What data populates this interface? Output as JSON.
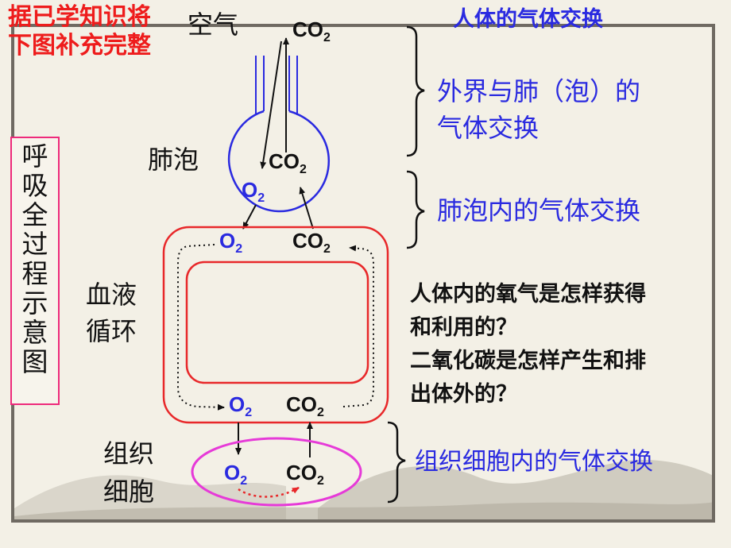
{
  "corner_title": "据已学知识将下图补充完整",
  "top_title": "人体的气体交换",
  "side_label": "呼吸全过程示意图",
  "labels": {
    "air": "空气",
    "alveolus": "肺泡",
    "blood_1": "血液",
    "blood_2": "循环",
    "tissue_1": "组织",
    "tissue_2": "细胞"
  },
  "chem": {
    "co2_base": "CO",
    "o2_base": "O",
    "sub": "2"
  },
  "stages": {
    "external_1": "外界与肺（泡）的",
    "external_2": "气体交换",
    "alveolar": "肺泡内的气体交换",
    "tissue": "组织细胞内的气体交换"
  },
  "questions": {
    "q1_line1": "人体内的氧气是怎样获得",
    "q1_line2": "和利用的？",
    "q2_line1": "二氧化碳是怎样产生和排",
    "q2_line2": "出体外的？"
  },
  "colors": {
    "title_red": "#ee1c1c",
    "blue_text": "#2a2ae0",
    "circulation_red": "#e8282a",
    "tissue_magenta": "#e63ad8",
    "alveolus_blue": "#2a2ae0"
  }
}
